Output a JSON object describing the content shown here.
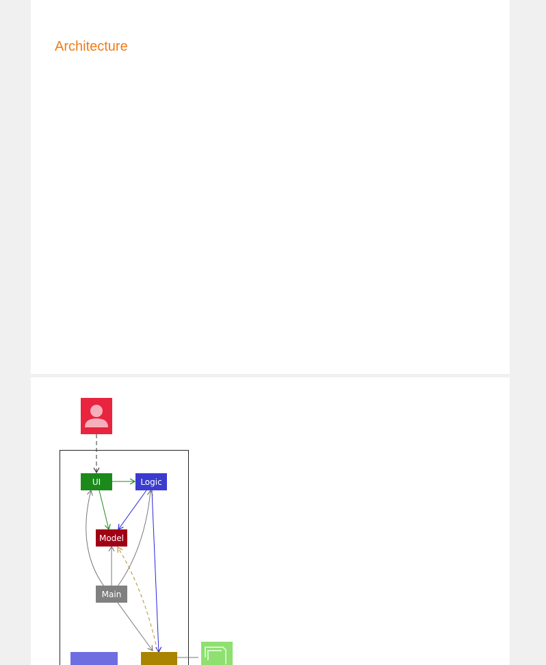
{
  "section": {
    "title": "Architecture"
  },
  "diagram": {
    "components": {
      "ui": "UI",
      "logic": "Logic",
      "model": "Model",
      "main": "Main"
    },
    "colors": {
      "title": "#ef7b18",
      "user": "#e8243f",
      "ui": "#1b8a1b",
      "logic": "#3b3bd0",
      "model": "#a00014",
      "main": "#808080",
      "commons": "#6e6ee0",
      "storage": "#a88400",
      "file": "#8ee070"
    }
  }
}
